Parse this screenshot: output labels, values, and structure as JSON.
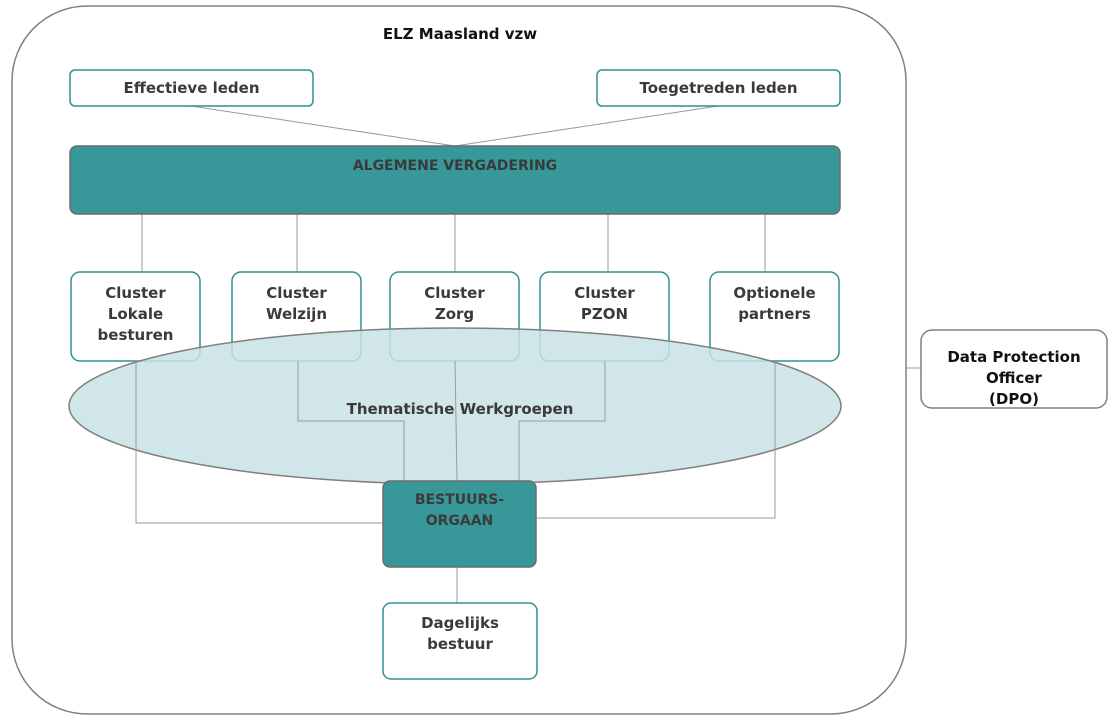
{
  "title": "ELZ Maasland vzw",
  "colors": {
    "frame": "#808080",
    "box_border": "#2e9090",
    "teal_fill": "#379799",
    "teal_border": "#6b6b6b",
    "ellipse_fill": "#c8e2e4",
    "connector": "#9a9a9a"
  },
  "members": {
    "effective": "Effectieve leden",
    "joined": "Toegetreden leden"
  },
  "general_assembly": "ALGEMENE VERGADERING",
  "clusters": [
    {
      "label": "Cluster\nLokale\nbesturen"
    },
    {
      "label": "Cluster\nWelzijn"
    },
    {
      "label": "Cluster\nZorg"
    },
    {
      "label": "Cluster\nPZON"
    },
    {
      "label": "Optionele\npartners"
    }
  ],
  "working_groups": "Thematische Werkgroepen",
  "board": "BESTUURS-\nORGAAN",
  "daily_board": "Dagelijks\nbestuur",
  "dpo": "Data Protection Officer\n(DPO)"
}
